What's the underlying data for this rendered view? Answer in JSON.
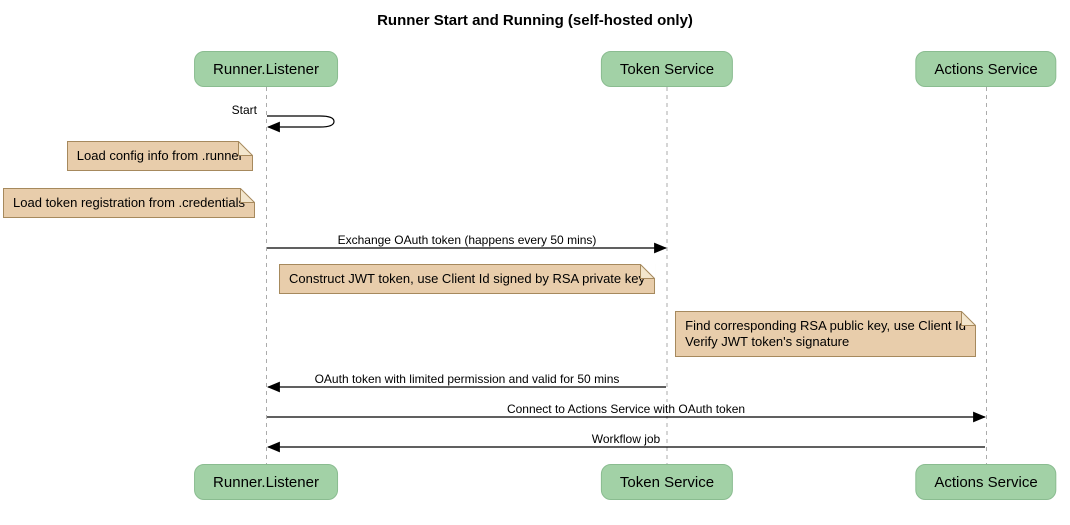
{
  "title": "Runner Start and Running (self-hosted only)",
  "participants": {
    "runner": "Runner.Listener",
    "token": "Token Service",
    "actions": "Actions Service"
  },
  "messages": {
    "start": "Start",
    "exchange_oauth": "Exchange OAuth token (happens every 50 mins)",
    "oauth_return": "OAuth token with limited permission and valid for 50 mins",
    "connect_actions": "Connect to Actions Service with OAuth token",
    "workflow_job": "Workflow job"
  },
  "notes": {
    "load_config": "Load config info from .runner",
    "load_credentials": "Load token registration from .credentials",
    "construct_jwt": "Construct JWT token, use Client Id signed by RSA private key",
    "verify_jwt_line1": "Find corresponding RSA public key, use Client Id",
    "verify_jwt_line2": "Verify JWT token's signature"
  },
  "icons": {
    "note_fold": "folded-corner"
  },
  "colors": {
    "participant_fill": "#a2d1a6",
    "participant_border": "#8abc90",
    "note_fill": "#e8cdab",
    "note_border": "#a6895d",
    "note_fold_fill": "#f3e6cd",
    "lifeline": "#ababab",
    "arrow": "#000000"
  }
}
